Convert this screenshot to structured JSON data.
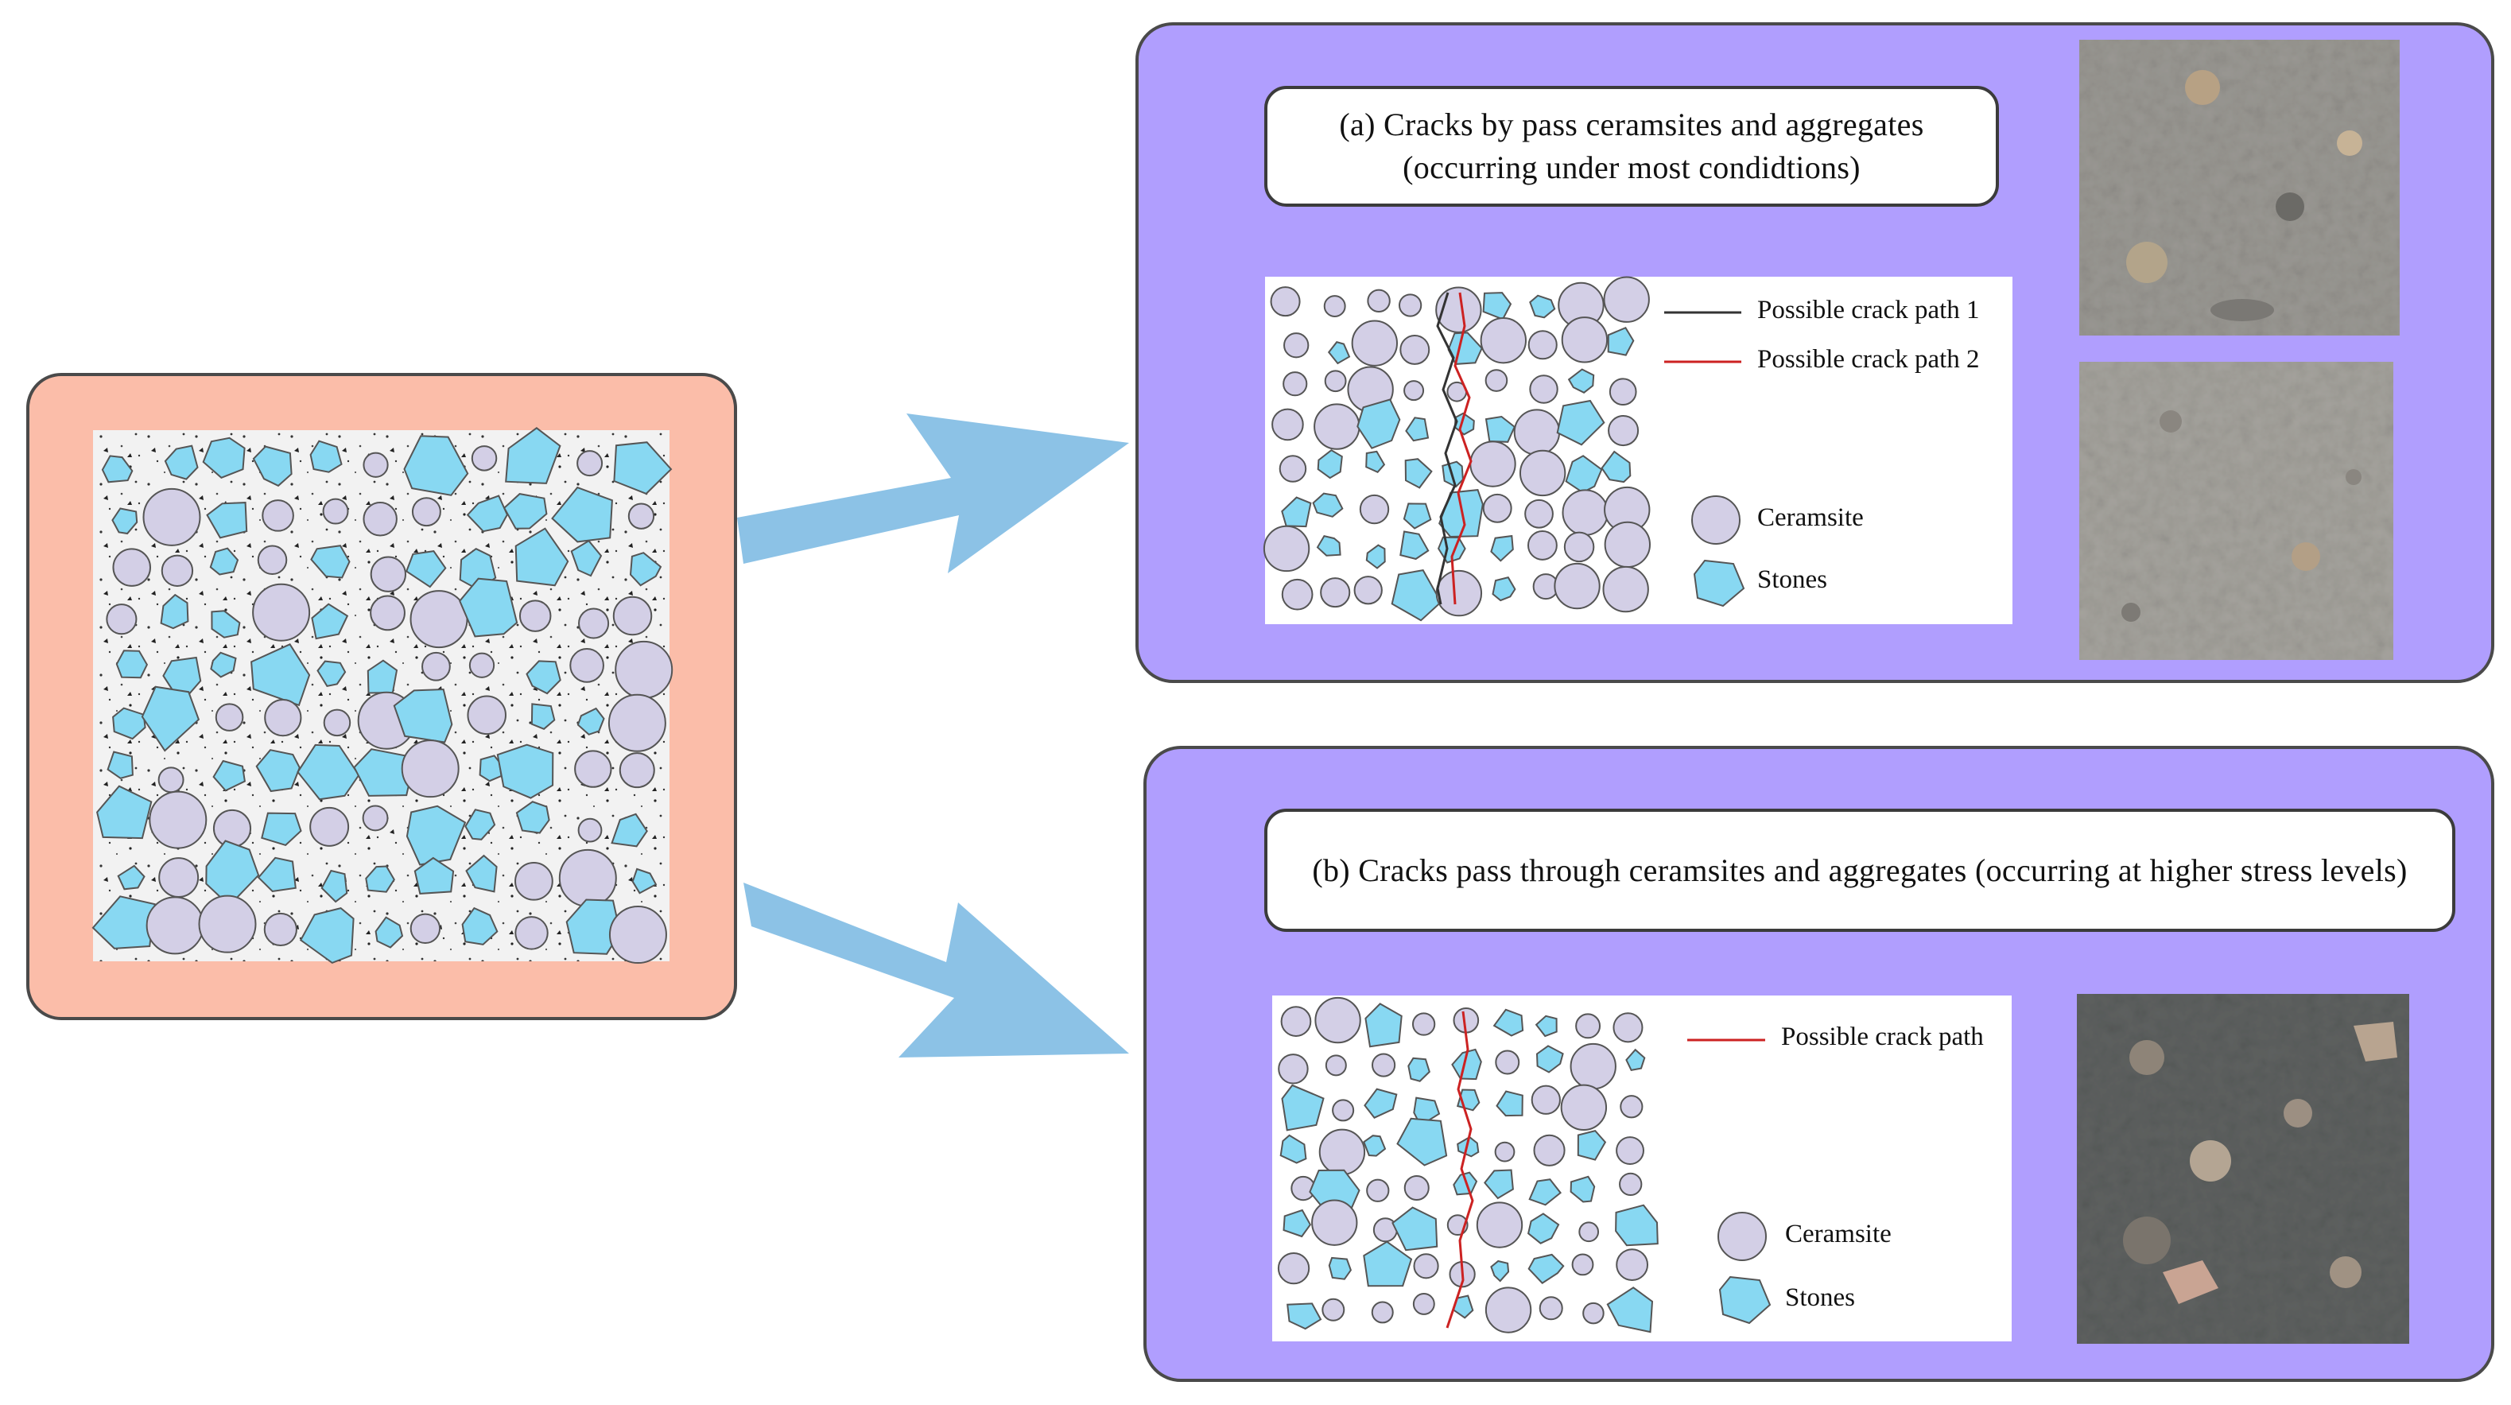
{
  "colors": {
    "panel_fill": "#b09efe",
    "panel_border": "#4a4a4a",
    "matrix_frame": "#fbbda9",
    "arrow": "#8cc2e6",
    "ceramsite_fill": "#d3cfe6",
    "stone_fill": "#88d8f2",
    "crack_path_1": "#333333",
    "crack_path_2": "#cc2222"
  },
  "icons": {
    "ceramsite": "circle",
    "stone": "pentagon"
  },
  "panel_a": {
    "title_line1": "(a) Cracks by pass ceramsites and aggregates",
    "title_line2": "(occurring under most condidtions)",
    "legend": {
      "path1": "Possible crack path 1",
      "path2": "Possible crack path 2",
      "ceramsite": "Ceramsite",
      "stones": "Stones"
    }
  },
  "panel_b": {
    "title": "(b) Cracks pass through ceramsites and aggregates (occurring at higher stress levels)",
    "legend": {
      "path": "Possible crack path",
      "ceramsite": "Ceramsite",
      "stones": "Stones"
    }
  }
}
